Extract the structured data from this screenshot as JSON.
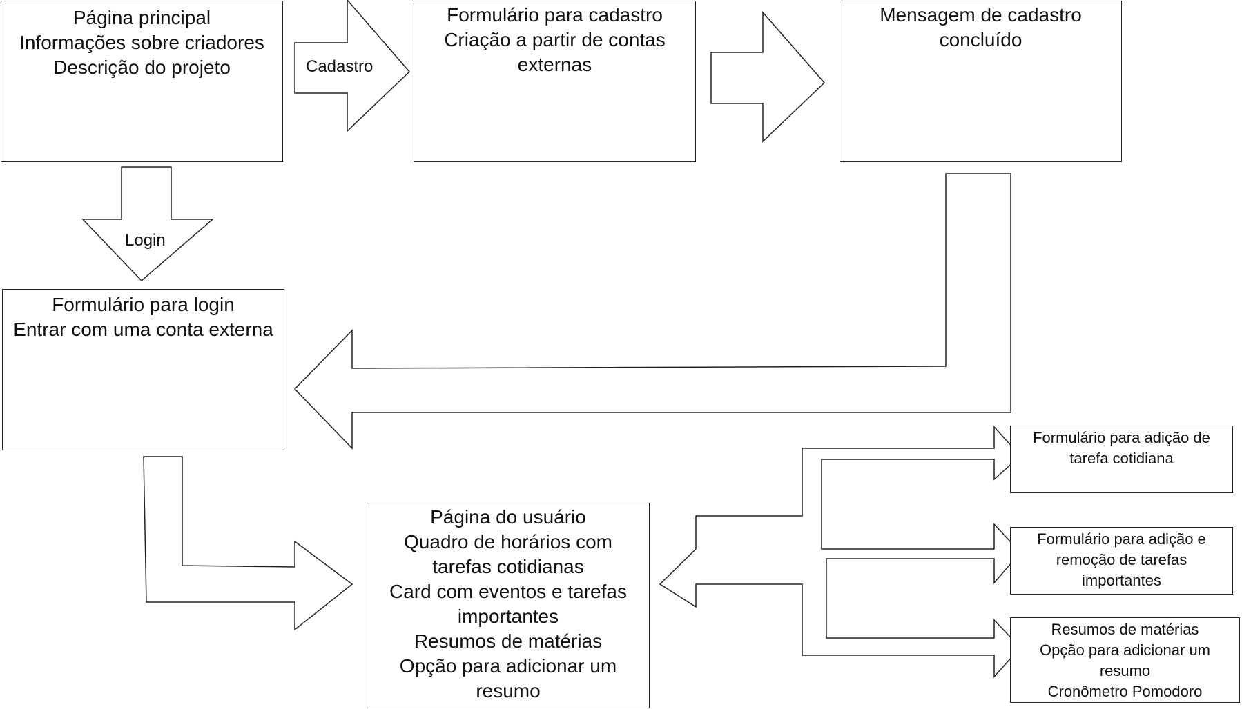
{
  "boxes": {
    "home": {
      "lines": [
        "Página principal",
        "Informações sobre criadores",
        "Descrição do projeto"
      ]
    },
    "signup_form": {
      "lines": [
        "Formulário para cadastro",
        "Criação a partir de contas",
        "externas"
      ]
    },
    "signup_done": {
      "lines": [
        "Mensagem de cadastro",
        "concluído"
      ]
    },
    "login_form": {
      "lines": [
        "Formulário para login",
        "Entrar com uma conta externa"
      ]
    },
    "user_page": {
      "lines": [
        "Página do usuário",
        "Quadro de horários com",
        "tarefas cotidianas",
        "Card com eventos e tarefas",
        "importantes",
        "Resumos de matérias",
        "Opção para adicionar um",
        "resumo"
      ]
    },
    "daily_task_form": {
      "lines": [
        "Formulário para adição de",
        "tarefa cotidiana"
      ]
    },
    "important_task_form": {
      "lines": [
        "Formulário para adição e",
        "remoção de tarefas",
        "importantes"
      ]
    },
    "summaries": {
      "lines": [
        "Resumos de matérias",
        "Opção para adicionar um",
        "resumo",
        "Cronômetro Pomodoro"
      ]
    }
  },
  "arrow_labels": {
    "signup": "Cadastro",
    "login": "Login"
  }
}
